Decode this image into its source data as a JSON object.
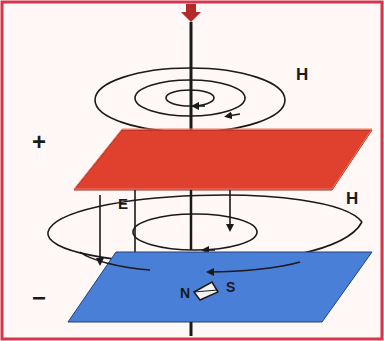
{
  "diagram": {
    "labels": [
      "H",
      "+",
      "H",
      "E",
      "−",
      "N",
      "S"
    ]
  }
}
